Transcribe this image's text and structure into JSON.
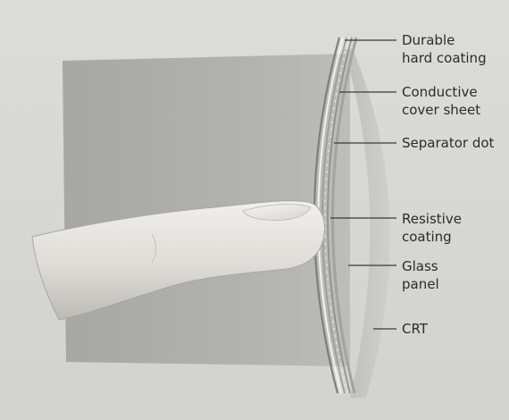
{
  "labels": {
    "durable_hard_coating": [
      "Durable",
      "hard coating"
    ],
    "conductive_cover_sheet": [
      "Conductive",
      "cover sheet"
    ],
    "separator_dot": [
      "Separator dot"
    ],
    "resistive_coating": [
      "Resistive",
      "coating"
    ],
    "glass_panel": [
      "Glass",
      "panel"
    ],
    "crt": [
      "CRT"
    ]
  },
  "colors": {
    "page_background": "#d8d8d6",
    "screen_shadow": "#a9a9a7",
    "screen_lit": "#b9b9b7",
    "crt_glass": "#c6c6c4",
    "panel_edge": "#8f8f8d",
    "finger": "#e2e0dc",
    "leader_line": "#3a3a3a",
    "label_text": "#2b2b2b"
  },
  "icons": {
    "finger": "finger-illustration",
    "panel": "touch-panel-layers"
  }
}
